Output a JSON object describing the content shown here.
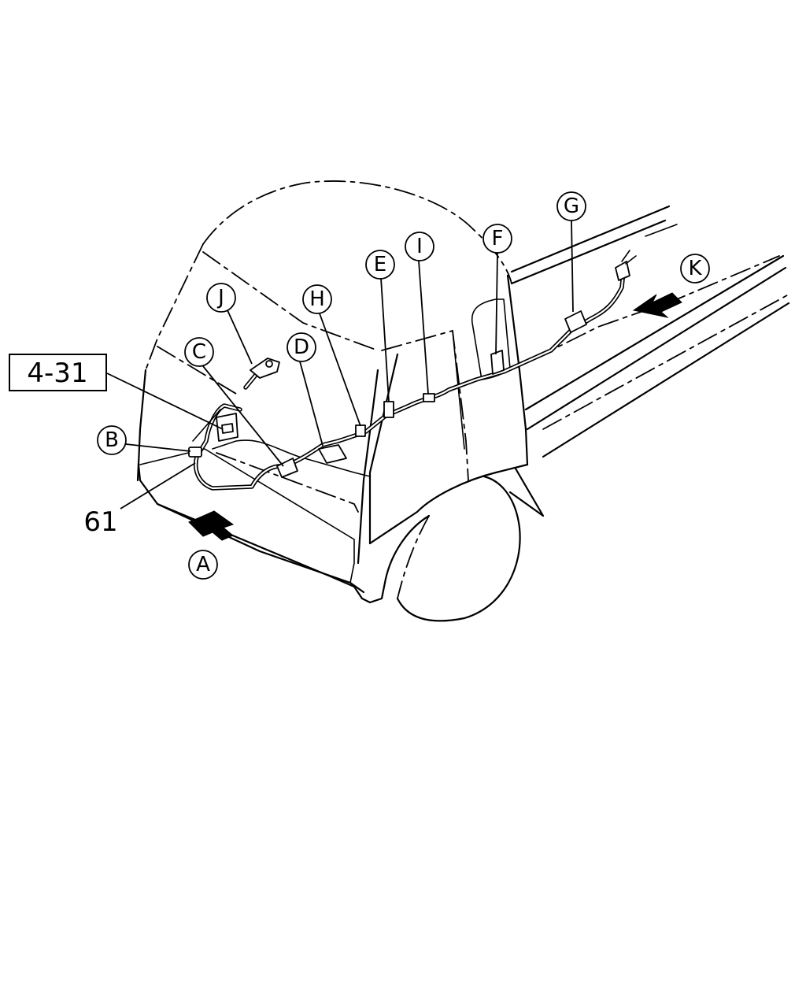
{
  "diagram": {
    "callouts": {
      "A": "A",
      "B": "B",
      "C": "C",
      "D": "D",
      "E": "E",
      "F": "F",
      "G": "G",
      "H": "H",
      "I": "I",
      "J": "J",
      "K": "K"
    },
    "ref_box": "4-31",
    "part_number": "61"
  }
}
